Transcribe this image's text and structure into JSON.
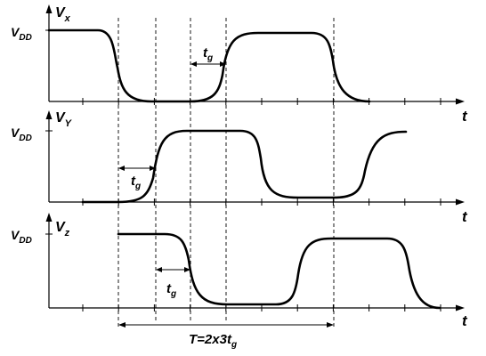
{
  "panels": [
    {
      "id": "x",
      "supply": "V",
      "supply_sub": "DD",
      "signal": "V",
      "signal_sub": "x",
      "axis": "t"
    },
    {
      "id": "y",
      "supply": "V",
      "supply_sub": "DD",
      "signal": "V",
      "signal_sub": "Y",
      "axis": "t"
    },
    {
      "id": "z",
      "supply": "V",
      "supply_sub": "DD",
      "signal": "V",
      "signal_sub": "z",
      "axis": "t"
    }
  ],
  "delays": [
    {
      "main": "t",
      "sub": "g"
    },
    {
      "main": "t",
      "sub": "g"
    },
    {
      "main": "t",
      "sub": "g"
    }
  ],
  "period": {
    "main": "T=2x3t",
    "sub": "g"
  }
}
